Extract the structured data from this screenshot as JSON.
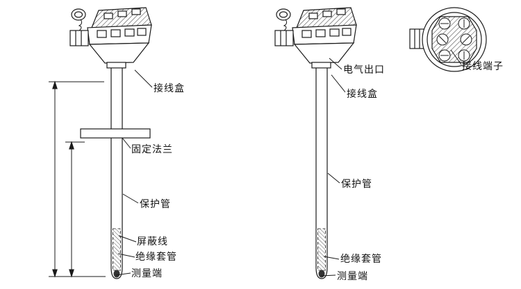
{
  "left_assembly": {
    "junction_box": "接线盒",
    "flange": "固定法兰",
    "protection_tube": "保护管",
    "shielded_wire": "屏蔽线",
    "insulation_sleeve": "绝缘套管",
    "measuring_end": "测量端"
  },
  "right_assembly": {
    "electrical_outlet": "电气出口",
    "junction_box": "接线盒",
    "protection_tube": "保护管",
    "insulation_sleeve": "绝缘套管",
    "measuring_end": "测量端"
  },
  "detail_view": {
    "terminal": "接线端子"
  },
  "colors": {
    "line": "#1a1a1a",
    "background": "#ffffff"
  }
}
